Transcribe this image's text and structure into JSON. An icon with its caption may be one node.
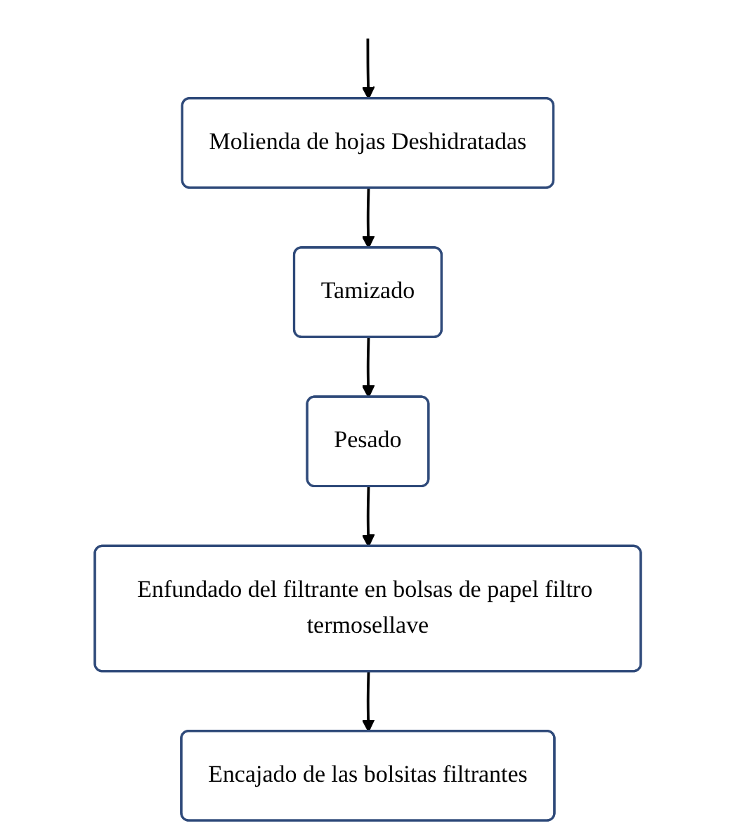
{
  "diagram": {
    "nodes": [
      {
        "text": [
          "Molienda de hojas Deshidratadas"
        ]
      },
      {
        "text": [
          "Tamizado"
        ]
      },
      {
        "text": [
          "Pesado"
        ]
      },
      {
        "text": [
          "Enfundado del filtrante en bolsas de papel filtro termosellave"
        ]
      },
      {
        "text": [
          "Encajado de las bolsitas filtrantes"
        ]
      }
    ],
    "edges": [
      {
        "from": null,
        "to": 0,
        "arrow": "to"
      },
      {
        "from": 0,
        "to": 1,
        "arrow": "to"
      },
      {
        "from": 1,
        "to": 2,
        "arrow": "to"
      },
      {
        "from": 2,
        "to": 3,
        "arrow": "to"
      },
      {
        "from": 3,
        "to": 4,
        "arrow": "to"
      }
    ]
  }
}
